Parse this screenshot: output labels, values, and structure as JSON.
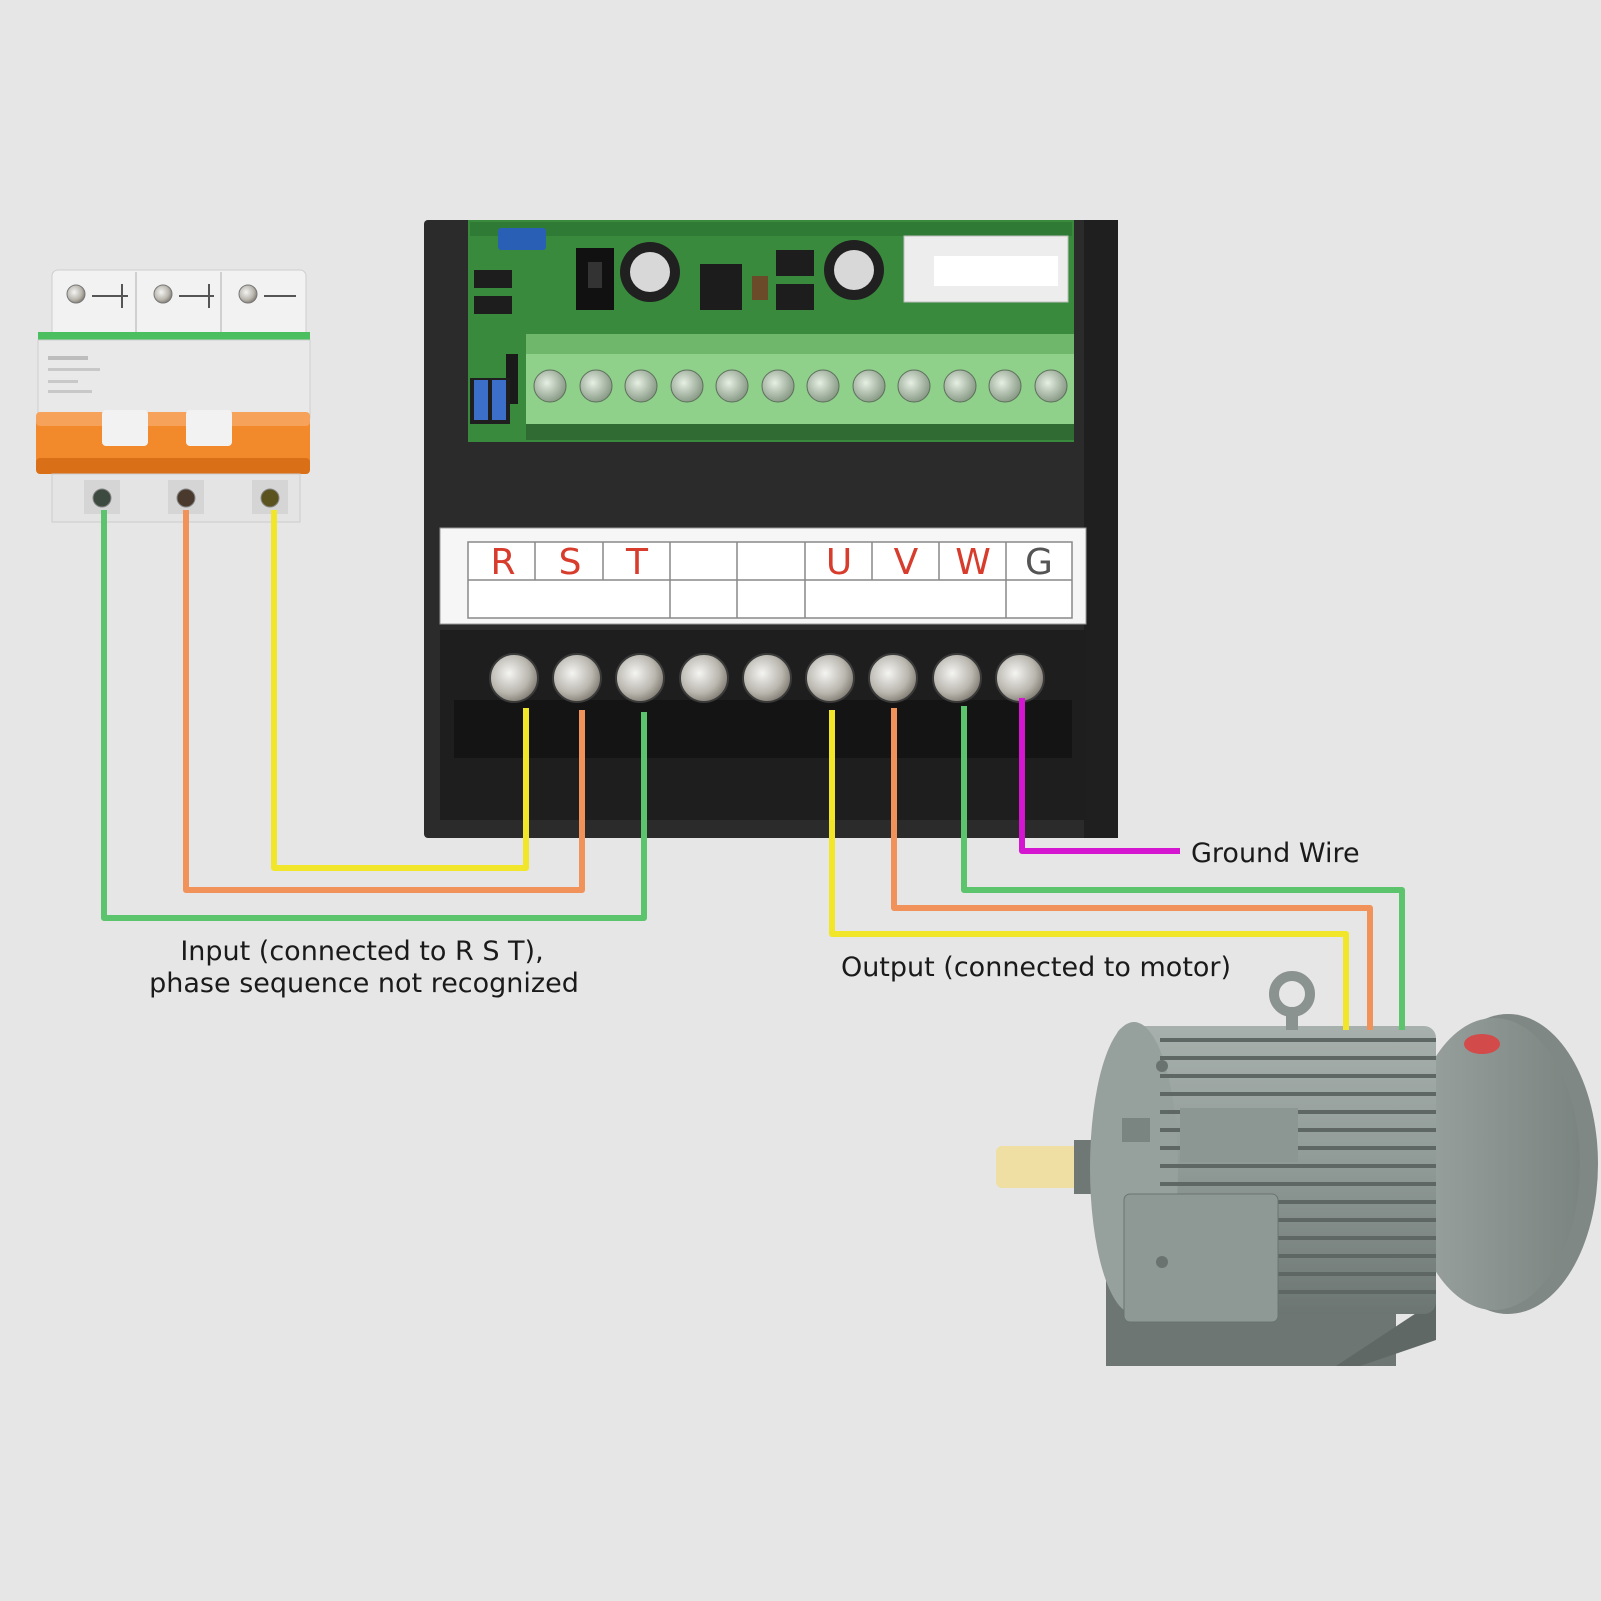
{
  "labels": {
    "input_line1": "Input (connected to R S T),",
    "input_line2": "phase sequence not recognized",
    "output": "Output (connected to motor)",
    "ground": "Ground Wire"
  },
  "terminal_labels": [
    "R",
    "S",
    "T",
    "",
    "",
    "U",
    "V",
    "W",
    "G"
  ],
  "colors": {
    "background": "#e6e6e6",
    "wire_green": "#5cc46c",
    "wire_orange": "#f0925a",
    "wire_yellow": "#f2e62a",
    "wire_magenta": "#d516d0",
    "breaker_orange": "#f28a2c",
    "terminal_label_red": "#d73c2c",
    "pcb_green": "#3a8a3e",
    "motor_grey": "#8b9591"
  },
  "icons": {
    "breaker": "three-pole-circuit-breaker-icon",
    "inverter": "frequency-inverter-icon",
    "motor": "three-phase-motor-icon"
  }
}
